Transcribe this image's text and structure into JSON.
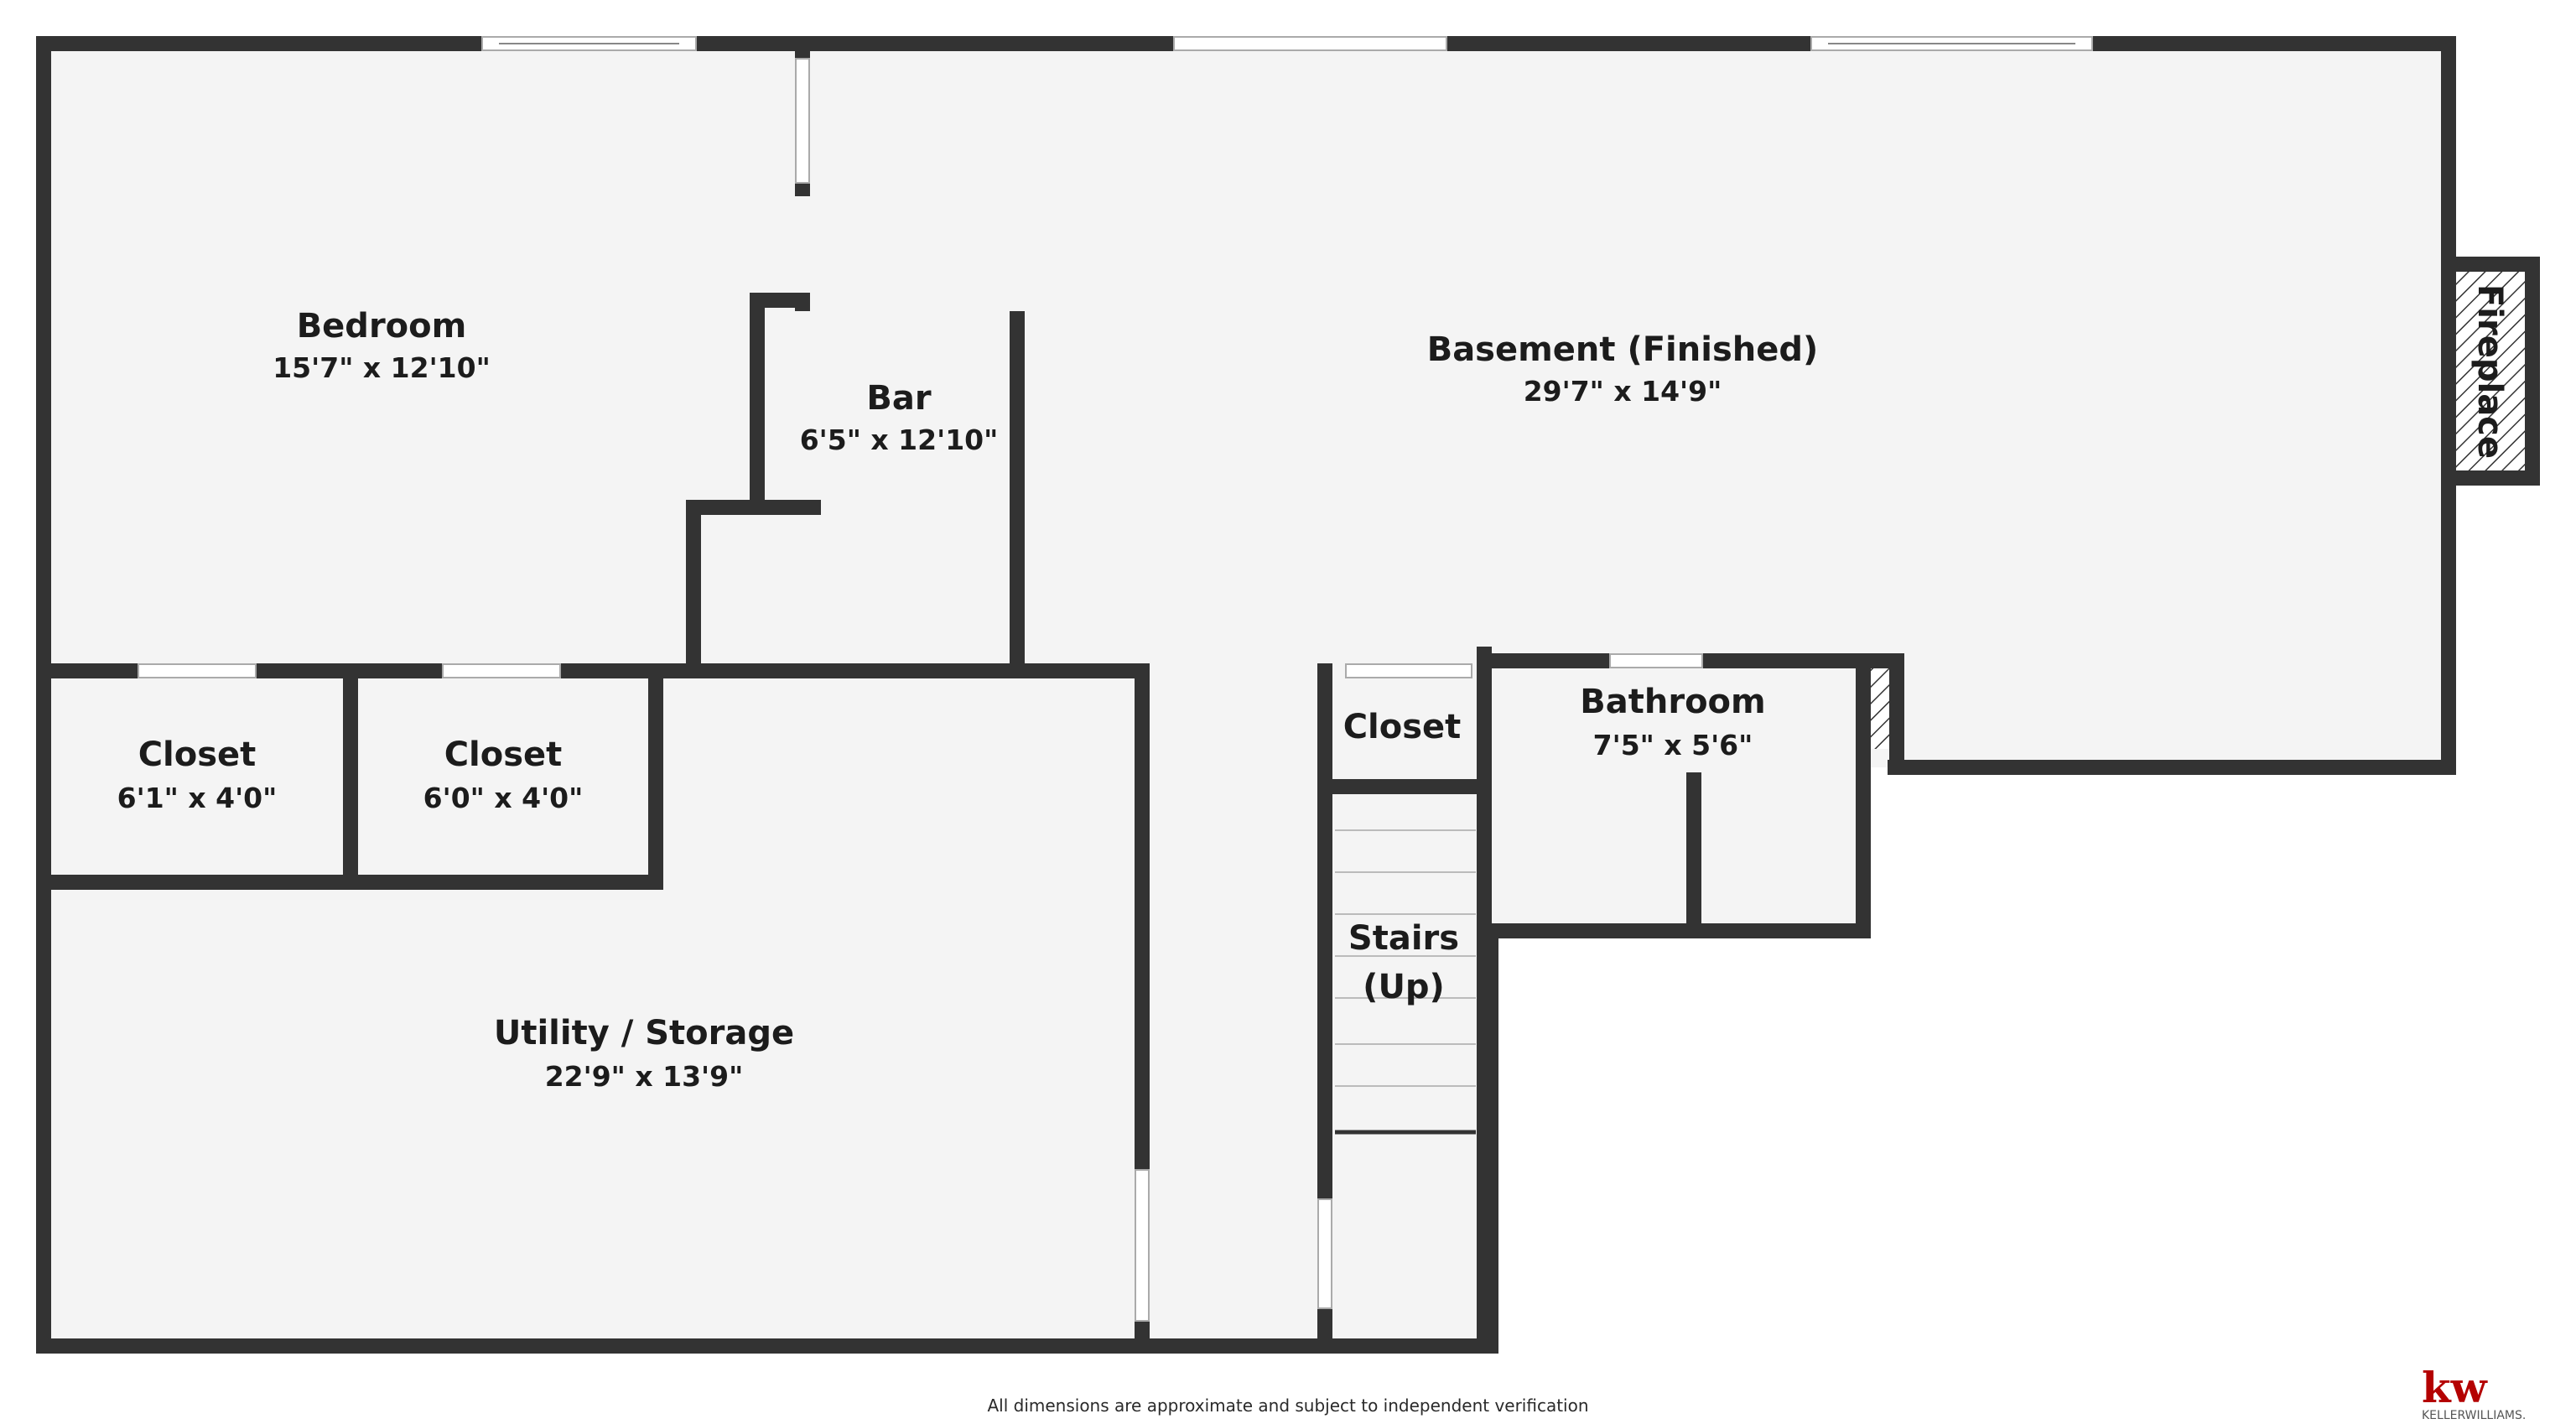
{
  "floor_plan": {
    "rooms": [
      {
        "id": "bedroom",
        "name": "Bedroom",
        "dims": "15'7\" x 12'10\""
      },
      {
        "id": "bar",
        "name": "Bar",
        "dims": "6'5\" x 12'10\""
      },
      {
        "id": "basement",
        "name": "Basement (Finished)",
        "dims": "29'7\" x 14'9\""
      },
      {
        "id": "fireplace",
        "name": "Fireplace"
      },
      {
        "id": "closet1",
        "name": "Closet",
        "dims": "6'1\" x 4'0\""
      },
      {
        "id": "closet2",
        "name": "Closet",
        "dims": "6'0\" x 4'0\""
      },
      {
        "id": "closet3",
        "name": "Closet"
      },
      {
        "id": "bathroom",
        "name": "Bathroom",
        "dims": "7'5\" x 5'6\""
      },
      {
        "id": "stairs",
        "name_line1": "Stairs",
        "name_line2": "(Up)"
      },
      {
        "id": "utility",
        "name": "Utility / Storage",
        "dims": "22'9\" x 13'9\""
      }
    ],
    "colors": {
      "wall": "#333333",
      "floor": "#f4f4f4",
      "background": "#ffffff",
      "window": "#ffffff",
      "brand": "#b40101"
    }
  },
  "footer": {
    "disclaimer": "All dimensions are approximate and subject to independent verification"
  },
  "logo": {
    "mark": "kw",
    "wordmark": "KELLERWILLIAMS."
  }
}
